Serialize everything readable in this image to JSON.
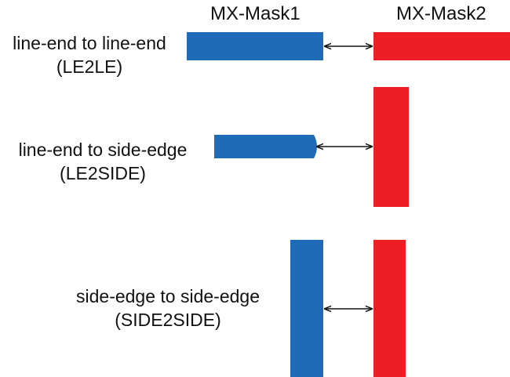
{
  "headers": {
    "mask1": "MX-Mask1",
    "mask2": "MX-Mask2"
  },
  "colors": {
    "mask1": "#1f6bb8",
    "mask2": "#ed1f24",
    "arrow": "#111111"
  },
  "rows": [
    {
      "title": "line-end to line-end",
      "code": "(LE2LE)"
    },
    {
      "title": "line-end to side-edge",
      "code": "(LE2SIDE)"
    },
    {
      "title": "side-edge to side-edge",
      "code": "(SIDE2SIDE)"
    }
  ]
}
